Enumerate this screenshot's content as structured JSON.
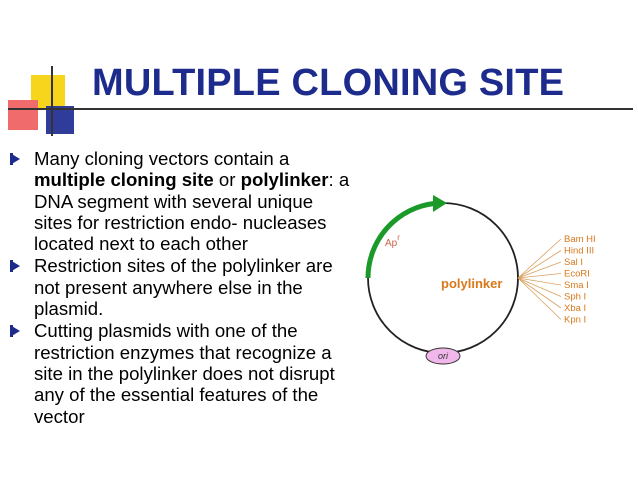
{
  "slide": {
    "title": "MULTIPLE CLONING SITE",
    "bullets": [
      {
        "parts": [
          {
            "text": "Many cloning vectors contain a ",
            "bold": false
          },
          {
            "text": "multiple cloning site",
            "bold": true
          },
          {
            "text": " or ",
            "bold": false
          },
          {
            "text": "polylinker",
            "bold": true
          },
          {
            "text": ": a DNA segment with several unique sites for restriction endo- nucleases located next to each other",
            "bold": false
          }
        ]
      },
      {
        "parts": [
          {
            "text": "Restriction sites of the polylinker are not present anywhere else in the plasmid.",
            "bold": false
          }
        ]
      },
      {
        "parts": [
          {
            "text": "Cutting plasmids with one of the restriction enzymes that recognize a site in the polylinker does not disrupt any of the essential features of the vector",
            "bold": false
          }
        ]
      }
    ]
  },
  "diagram": {
    "gene_label": "Ap",
    "gene_superscript": "r",
    "polylinker_label": "polylinker",
    "ori_label": "ori",
    "sites": [
      "Bam HI",
      "Hind III",
      "Sal I",
      "EcoRI",
      "Sma I",
      "Sph I",
      "Xba I",
      "Kpn I"
    ],
    "colors": {
      "title": "#1d2b8c",
      "arrow": "#1b9a2a",
      "site_label": "#d9781a",
      "polylinker_label": "#d9781a",
      "ori_fill": "#f2b7ea",
      "gene_label": "#c7644a"
    }
  }
}
